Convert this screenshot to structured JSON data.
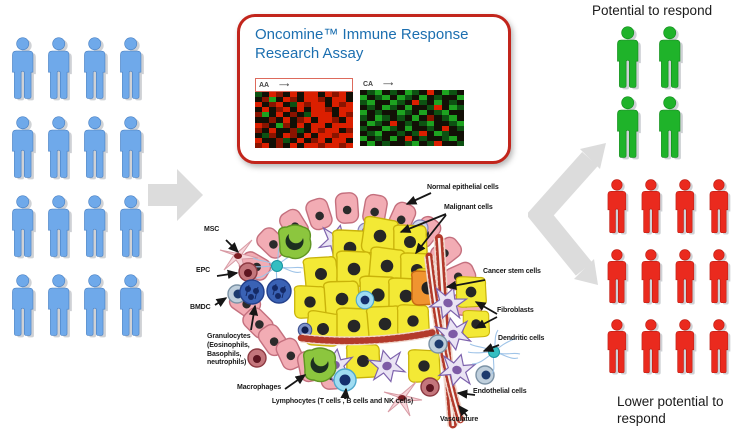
{
  "population": {
    "all_patients": {
      "count": 16,
      "fill": "#6FA9EA",
      "stroke": "#4B82C4"
    },
    "responders": {
      "label": "Potential to respond",
      "count": 4,
      "fill": "#1FB32A",
      "stroke": "#128C1C"
    },
    "non_responders": {
      "label": "Lower potential to respond",
      "count": 12,
      "fill": "#EA2A1E",
      "stroke": "#BC1C12"
    }
  },
  "assay_box": {
    "title": "Oncomine™ Immune Response Research Assay",
    "title_color": "#1C6FB0",
    "border_color": "#C2251C",
    "heatmap": {
      "arrow": "⟶",
      "palette": {
        "R": "#DB1F00",
        "r": "#8A1400",
        "K": "#121006",
        "G": "#1DA320",
        "g": "#0D5212"
      },
      "panels": [
        {
          "label": "AA",
          "rows": [
            "gKRrKRKRRKRrRK",
            "KrGKRrKRRrKRRK",
            "RKrRKgRrRRKRrR",
            "KRKrRKRKRRrKRR",
            "rGKRKrKgRRRKRr",
            "KKrKRKrRKRRrKR",
            "RrKGrKRKRRKRRR",
            "rKRKKrgKRrRRKr",
            "KgrKRrKRKRRrRR",
            "RKKrgKRKrRKRRK",
            "rRKrKRKRRrRRrR"
          ]
        },
        {
          "label": "CA",
          "rows": [
            "KgGKgKGgKRKGgK",
            "GKgGKGgKGKgKKG",
            "gGKKGgKRgKGKgK",
            "KgKGgKGKKgRKGg",
            "GKgKKGgKGKgGKK",
            "gKGgKgKGKrKgGK",
            "KGgKRKgKgGKKgG",
            "gKKGgKGKKgKRKg",
            "KgGKKgKgRKGgKK",
            "GKgKGKRKgKKgGK",
            "KGKgKKgGKgRKKg"
          ]
        }
      ]
    }
  },
  "tumor_diagram": {
    "labels": {
      "msc": "MSC",
      "epc": "EPC",
      "bmdc": "BMDC",
      "granulocytes": "Granulocytes (Eosinophils, Basophils, neutrophils)",
      "macrophages": "Macrophages",
      "lymphocytes": "Lymphocytes (T cells , B cells and NK cells)",
      "normal_epithelial": "Normal epithelial cells",
      "malignant": "Malignant cells",
      "cancer_stem": "Cancer stem cells",
      "fibroblasts": "Fibroblasts",
      "dendritic": "Dendritic cells",
      "endothelial": "Endothelial cells",
      "vasculature": "Vasculature"
    }
  },
  "colors": {
    "arrow_gray": "#DCDCDC",
    "person_shadow": "#A8ADB3"
  }
}
